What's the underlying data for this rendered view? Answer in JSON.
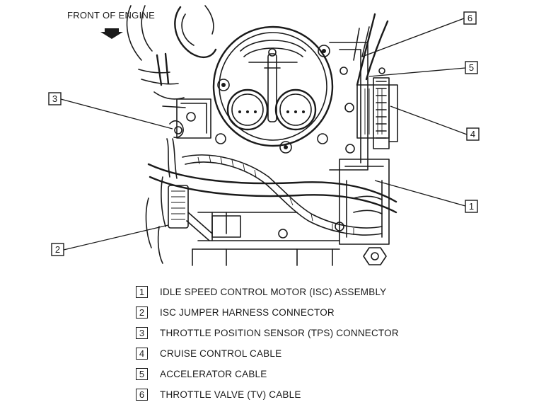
{
  "orientation": {
    "label": "FRONT OF ENGINE"
  },
  "callouts": [
    {
      "number": "1",
      "text": "IDLE SPEED CONTROL MOTOR (ISC) ASSEMBLY"
    },
    {
      "number": "2",
      "text": "ISC JUMPER HARNESS CONNECTOR"
    },
    {
      "number": "3",
      "text": "THROTTLE POSITION SENSOR (TPS) CONNECTOR"
    },
    {
      "number": "4",
      "text": "CRUISE CONTROL CABLE"
    },
    {
      "number": "5",
      "text": "ACCELERATOR CABLE"
    },
    {
      "number": "6",
      "text": "THROTTLE VALVE (TV) CABLE"
    }
  ],
  "colors": {
    "ink": "#1a1a1a",
    "paper": "#ffffff"
  }
}
